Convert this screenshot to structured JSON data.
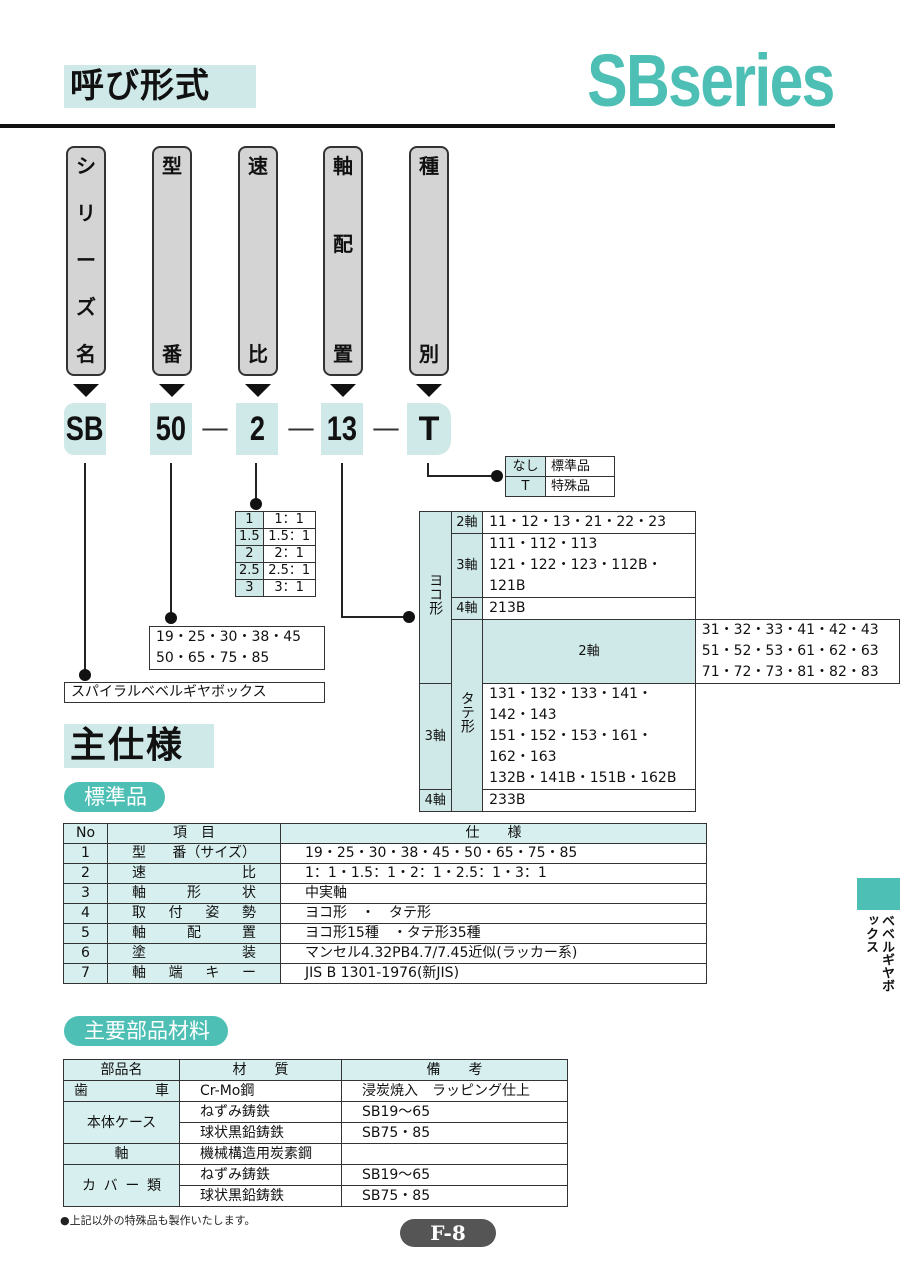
{
  "header": {
    "title": "呼び形式",
    "series_logo": "SBseries"
  },
  "designation": {
    "labels": [
      {
        "chars": [
          "シ",
          "リ",
          "ー",
          "ズ",
          "名"
        ]
      },
      {
        "chars": [
          "型",
          "番"
        ]
      },
      {
        "chars": [
          "速",
          "比"
        ]
      },
      {
        "chars": [
          "軸",
          "配",
          "置"
        ]
      },
      {
        "chars": [
          "種",
          "別"
        ]
      }
    ],
    "codes": [
      "SB",
      "50",
      "2",
      "13",
      "T"
    ],
    "separator": "—"
  },
  "type_table": {
    "rows": [
      {
        "key": "なし",
        "value": "標準品"
      },
      {
        "key": "T",
        "value": "特殊品"
      }
    ]
  },
  "ratio_table": {
    "rows": [
      {
        "key": "1",
        "value": "1：1"
      },
      {
        "key": "1.5",
        "value": "1.5：1"
      },
      {
        "key": "2",
        "value": "2：1"
      },
      {
        "key": "2.5",
        "value": "2.5：1"
      },
      {
        "key": "3",
        "value": "3：1"
      }
    ]
  },
  "size_box": {
    "lines": [
      "19・25・30・38・45",
      "50・65・75・85"
    ]
  },
  "series_box": {
    "text": "スパイラルベベルギヤボックス"
  },
  "axis_table": {
    "groups": [
      {
        "label": "ヨコ形",
        "rows": [
          {
            "axis": "2軸",
            "codes": [
              "11・12・13・21・22・23"
            ]
          },
          {
            "axis": "3軸",
            "codes": [
              "111・112・113",
              "121・122・123・112B・121B"
            ]
          },
          {
            "axis": "4軸",
            "codes": [
              "213B"
            ]
          }
        ]
      },
      {
        "label": "タテ形",
        "rows": [
          {
            "axis": "2軸",
            "codes": [
              "31・32・33・41・42・43",
              "51・52・53・61・62・63",
              "71・72・73・81・82・83"
            ]
          },
          {
            "axis": "3軸",
            "codes": [
              "131・132・133・141・142・143",
              "151・152・153・161・162・163",
              "132B・141B・151B・162B"
            ]
          },
          {
            "axis": "4軸",
            "codes": [
              "233B"
            ]
          }
        ]
      }
    ]
  },
  "specs": {
    "title": "主仕様",
    "tag": "標準品",
    "headers": {
      "no": "No",
      "item": "項　目",
      "spec": "仕　　様"
    },
    "rows": [
      {
        "no": "1",
        "item": [
          "型",
          "番（サイズ）"
        ],
        "spec": "19・25・30・38・45・50・65・75・85"
      },
      {
        "no": "2",
        "item": [
          "速",
          "比"
        ],
        "spec": "1：1・1.5：1・2：1・2.5：1・3：1"
      },
      {
        "no": "3",
        "item": [
          "軸",
          "形",
          "状"
        ],
        "spec": "中実軸"
      },
      {
        "no": "4",
        "item": [
          "取",
          "付",
          "姿",
          "勢"
        ],
        "spec": "ヨコ形　・　タテ形"
      },
      {
        "no": "5",
        "item": [
          "軸",
          "配",
          "置"
        ],
        "spec": "ヨコ形15種　・タテ形35種"
      },
      {
        "no": "6",
        "item": [
          "塗",
          "装"
        ],
        "spec": "マンセル4.32PB4.7/7.45近似(ラッカー系)"
      },
      {
        "no": "7",
        "item": [
          "軸",
          "端",
          "キ",
          "ー"
        ],
        "spec": "JIS B 1301-1976(新JIS)"
      }
    ]
  },
  "materials": {
    "tag": "主要部品材料",
    "headers": {
      "part": "部品名",
      "material": "材　　質",
      "note": "備　　考"
    },
    "rows": [
      {
        "part": [
          "歯",
          "車"
        ],
        "rowspan": 1,
        "material": "Cr-Mo鋼",
        "note": "浸炭焼入　ラッピング仕上"
      },
      {
        "part": [
          "本体ケース"
        ],
        "rowspan": 2,
        "material": "ねずみ鋳鉄",
        "note": "SB19～65"
      },
      {
        "part": null,
        "material": "球状黒鉛鋳鉄",
        "note": "SB75・85"
      },
      {
        "part": [
          "軸"
        ],
        "rowspan": 1,
        "material": "機械構造用炭素鋼",
        "note": ""
      },
      {
        "part": [
          "カ",
          "バ",
          "ー",
          "類"
        ],
        "rowspan": 2,
        "material": "ねずみ鋳鉄",
        "note": "SB19～65"
      },
      {
        "part": null,
        "material": "球状黒鉛鋳鉄",
        "note": "SB75・85"
      }
    ],
    "footnote": "●上記以外の特殊品も製作いたします。"
  },
  "page": {
    "number": "F-8",
    "side_tab": "ベベルギヤボックス"
  },
  "colors": {
    "accent": "#4dbfb5",
    "light_teal": "#cfe9e8",
    "pill_gray": "#d4d4d4",
    "badge_gray": "#555555"
  }
}
